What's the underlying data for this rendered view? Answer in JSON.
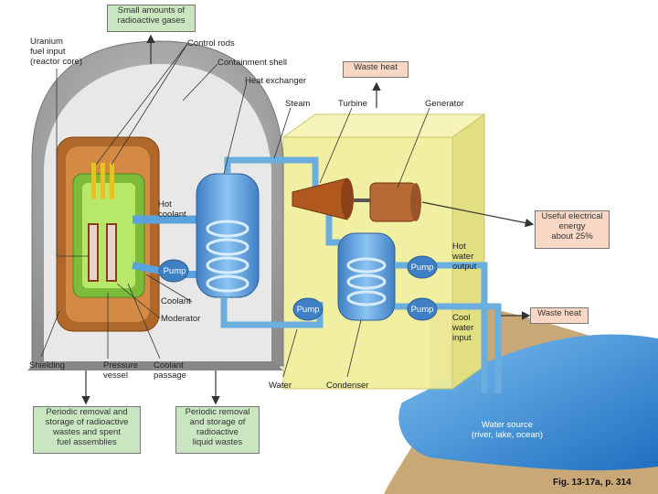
{
  "labels": {
    "uranium_fuel_input": "Uranium\nfuel input\n(reactor core)",
    "control_rods": "Control rods",
    "containment_shell": "Containment shell",
    "heat_exchanger": "Heat exchanger",
    "steam": "Steam",
    "turbine": "Turbine",
    "generator": "Generator",
    "hot_coolant": "Hot\ncoolant",
    "pump_primary": "Pump",
    "coolant": "Coolant",
    "moderator": "Moderator",
    "shielding": "Shielding",
    "pressure_vessel": "Pressure\nvessel",
    "coolant_passage": "Coolant\npassage",
    "water": "Water",
    "condenser": "Condenser",
    "pump_top": "Pump",
    "pump_mid": "Pump",
    "pump_bottom": "Pump",
    "hot_water_output": "Hot\nwater\noutput",
    "cool_water_input": "Cool\nwater\ninput",
    "water_source": "Water source\n(river, lake, ocean)"
  },
  "boxes": {
    "radioactive_gases": "Small amounts of\nradioactive gases",
    "waste_heat_top": "Waste heat",
    "useful_energy": "Useful electrical\nenergy\nabout 25%",
    "waste_heat_right": "Waste heat",
    "removal_fuel": "Periodic removal and\nstorage of radioactive\nwastes and spent\nfuel assemblies",
    "removal_liquid": "Periodic removal\nand storage of\nradioactive\nliquid wastes"
  },
  "figure_caption": "Fig. 13-17a, p. 314",
  "colors": {
    "containment": "#a9a9a9",
    "shielding_brown": "#b0682a",
    "core_green": "#9fd35a",
    "turbine_hall": "#f0ee9a",
    "pipe_blue": "#6aaee0",
    "water_blue": "#3d8fd6",
    "green_box": "#c9e6c0",
    "peach_box": "#f8d8c4"
  }
}
